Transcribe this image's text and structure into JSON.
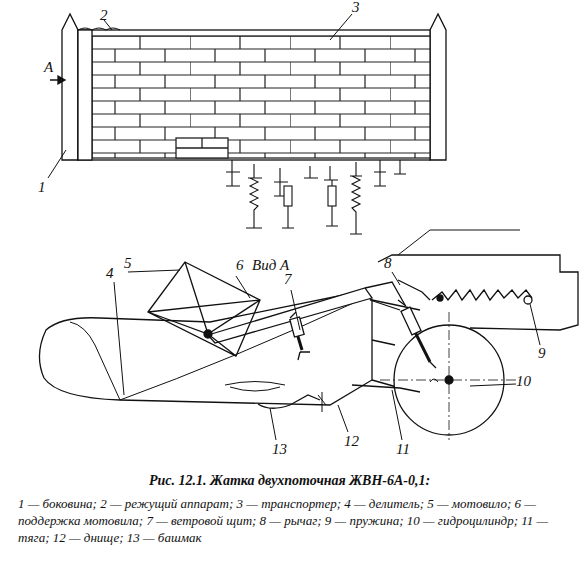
{
  "diagram": {
    "caption": "Рис. 12.1. Жатка двухпоточная ЖВН-6А-0,1:",
    "labels": [
      "A",
      "1",
      "2",
      "3",
      "4",
      "5",
      "6",
      "7",
      "8",
      "9",
      "10",
      "11",
      "12",
      "13",
      "Вид А",
      "1 — боковина; 2 — режущий аппарат; 3 — транспортер; 4 — делитель; 5 — мотовило; 6 — поддержка мотовила; 7 — ветровой щит; 8 — рычаг; 9 — пружина; 10 — гидроцилиндр; 11 — тяга; 12 — днище; 13 — башмак"
    ]
  }
}
